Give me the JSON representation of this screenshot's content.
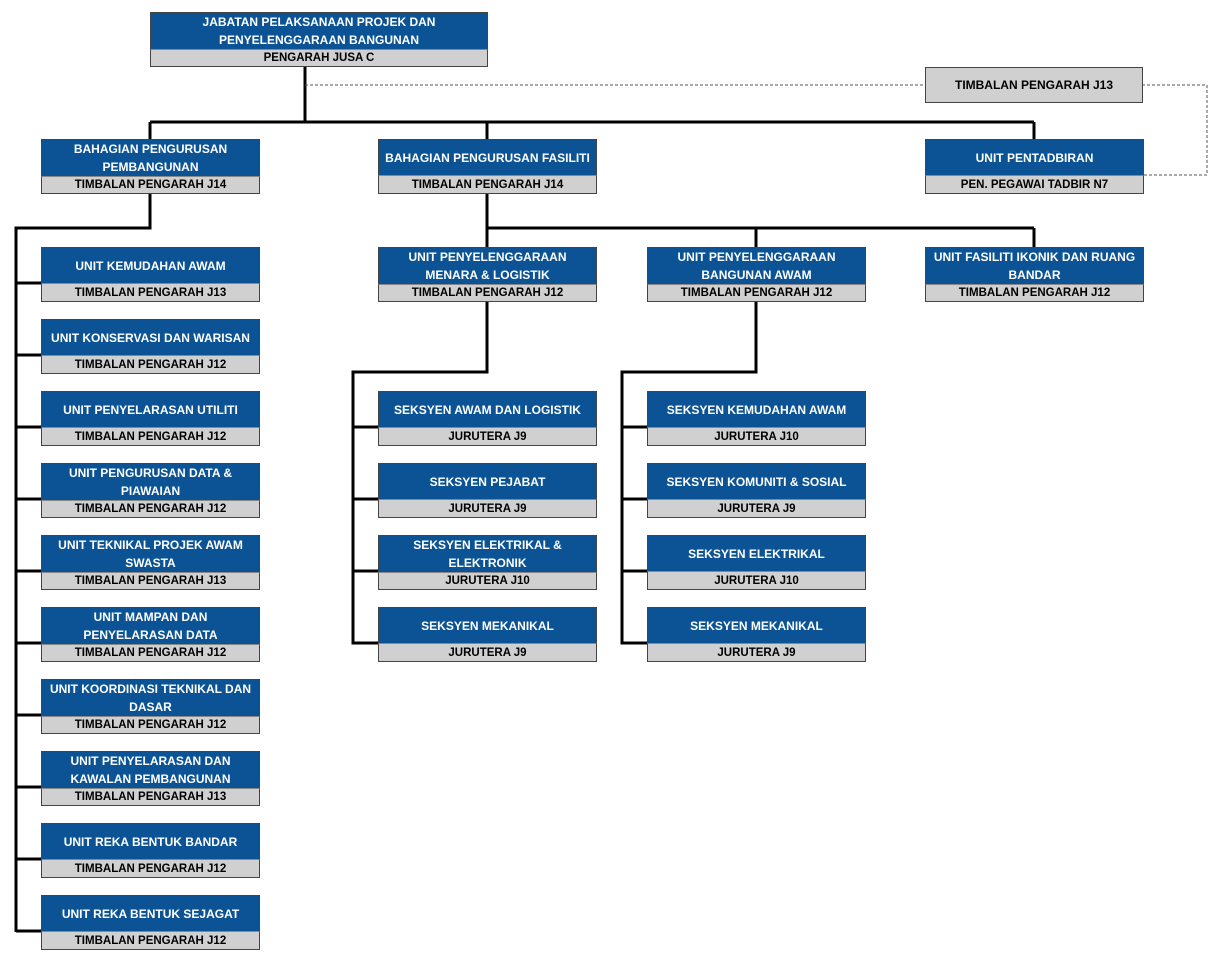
{
  "root": {
    "title": "JABATAN PELAKSANAAN PROJEK DAN PENYELENGGARAAN BANGUNAN",
    "subtitle": "PENGARAH JUSA C"
  },
  "assistant": {
    "title": "TIMBALAN PENGARAH J13"
  },
  "divisions": [
    {
      "title": "BAHAGIAN PENGURUSAN PEMBANGUNAN",
      "subtitle": "TIMBALAN PENGARAH J14"
    },
    {
      "title": "BAHAGIAN PENGURUSAN FASILITI",
      "subtitle": "TIMBALAN PENGARAH J14"
    },
    {
      "title": "UNIT PENTADBIRAN",
      "subtitle": "PEN. PEGAWAI TADBIR N7"
    }
  ],
  "development_units": [
    {
      "title": "UNIT KEMUDAHAN AWAM",
      "subtitle": "TIMBALAN PENGARAH J13"
    },
    {
      "title": "UNIT KONSERVASI DAN WARISAN",
      "subtitle": "TIMBALAN PENGARAH J12"
    },
    {
      "title": "UNIT PENYELARASAN UTILITI",
      "subtitle": "TIMBALAN PENGARAH J12"
    },
    {
      "title": "UNIT PENGURUSAN DATA & PIAWAIAN",
      "subtitle": "TIMBALAN PENGARAH J12"
    },
    {
      "title": "UNIT TEKNIKAL PROJEK AWAM SWASTA",
      "subtitle": "TIMBALAN PENGARAH J13"
    },
    {
      "title": "UNIT MAMPAN DAN PENYELARASAN DATA",
      "subtitle": "TIMBALAN PENGARAH J12"
    },
    {
      "title": "UNIT KOORDINASI TEKNIKAL DAN DASAR",
      "subtitle": "TIMBALAN PENGARAH J12"
    },
    {
      "title": "UNIT PENYELARASAN DAN KAWALAN PEMBANGUNAN",
      "subtitle": "TIMBALAN PENGARAH J13"
    },
    {
      "title": "UNIT REKA BENTUK BANDAR",
      "subtitle": "TIMBALAN PENGARAH J12"
    },
    {
      "title": "UNIT REKA BENTUK SEJAGAT",
      "subtitle": "TIMBALAN PENGARAH J12"
    }
  ],
  "facility_units": [
    {
      "title": "UNIT PENYELENGGARAAN MENARA & LOGISTIK",
      "subtitle": "TIMBALAN PENGARAH J12",
      "sections": [
        {
          "title": "SEKSYEN AWAM DAN LOGISTIK",
          "subtitle": "JURUTERA J9"
        },
        {
          "title": "SEKSYEN PEJABAT",
          "subtitle": "JURUTERA J9"
        },
        {
          "title": "SEKSYEN ELEKTRIKAL & ELEKTRONIK",
          "subtitle": "JURUTERA J10"
        },
        {
          "title": "SEKSYEN MEKANIKAL",
          "subtitle": "JURUTERA J9"
        }
      ]
    },
    {
      "title": "UNIT PENYELENGGARAAN BANGUNAN AWAM",
      "subtitle": "TIMBALAN PENGARAH J12",
      "sections": [
        {
          "title": "SEKSYEN KEMUDAHAN AWAM",
          "subtitle": "JURUTERA J10"
        },
        {
          "title": "SEKSYEN KOMUNITI & SOSIAL",
          "subtitle": "JURUTERA J9"
        },
        {
          "title": "SEKSYEN ELEKTRIKAL",
          "subtitle": "JURUTERA J10"
        },
        {
          "title": "SEKSYEN MEKANIKAL",
          "subtitle": "JURUTERA J9"
        }
      ]
    },
    {
      "title": "UNIT FASILITI IKONIK DAN RUANG BANDAR",
      "subtitle": "TIMBALAN PENGARAH J12",
      "sections": []
    }
  ],
  "colors": {
    "box_fill": "#0b5394",
    "box_text": "#ffffff",
    "sub_fill": "#d0d0d0",
    "connector": "#000000"
  }
}
